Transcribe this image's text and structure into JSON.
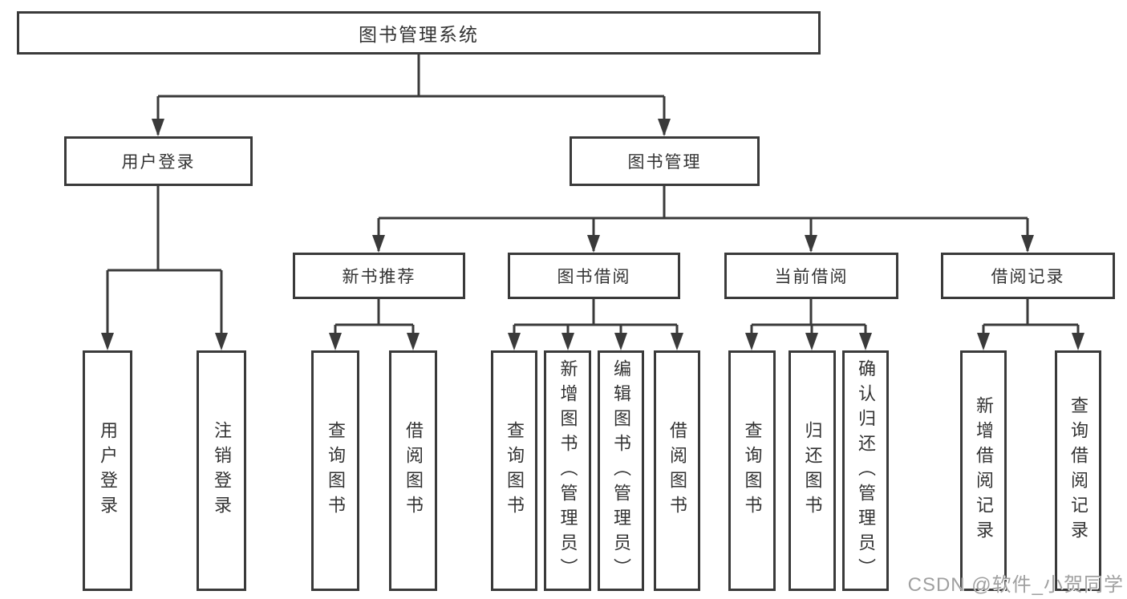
{
  "diagram": {
    "root": {
      "label": "图书管理系统"
    },
    "groups": {
      "user_login": {
        "label": "用户登录",
        "children": [
          "用户登录",
          "注销登录"
        ]
      },
      "book_management": {
        "label": "图书管理"
      },
      "new_book_recommend": {
        "label": "新书推荐",
        "children": [
          "查询图书",
          "借阅图书"
        ]
      },
      "book_borrow": {
        "label": "图书借阅",
        "children": [
          "查询图书",
          "新增图书（管理员）",
          "编辑图书（管理员）",
          "借阅图书"
        ]
      },
      "current_borrow": {
        "label": "当前借阅",
        "children": [
          "查询图书",
          "归还图书",
          "确认归还（管理员）"
        ]
      },
      "borrow_records": {
        "label": "借阅记录",
        "children": [
          "新增借阅记录",
          "查询借阅记录"
        ]
      }
    }
  },
  "watermark": "CSDN @软件_小贺同学",
  "colors": {
    "line": "#3a3a3a",
    "text": "#333333",
    "watermark": "#a0a0a0",
    "background": "#ffffff"
  }
}
